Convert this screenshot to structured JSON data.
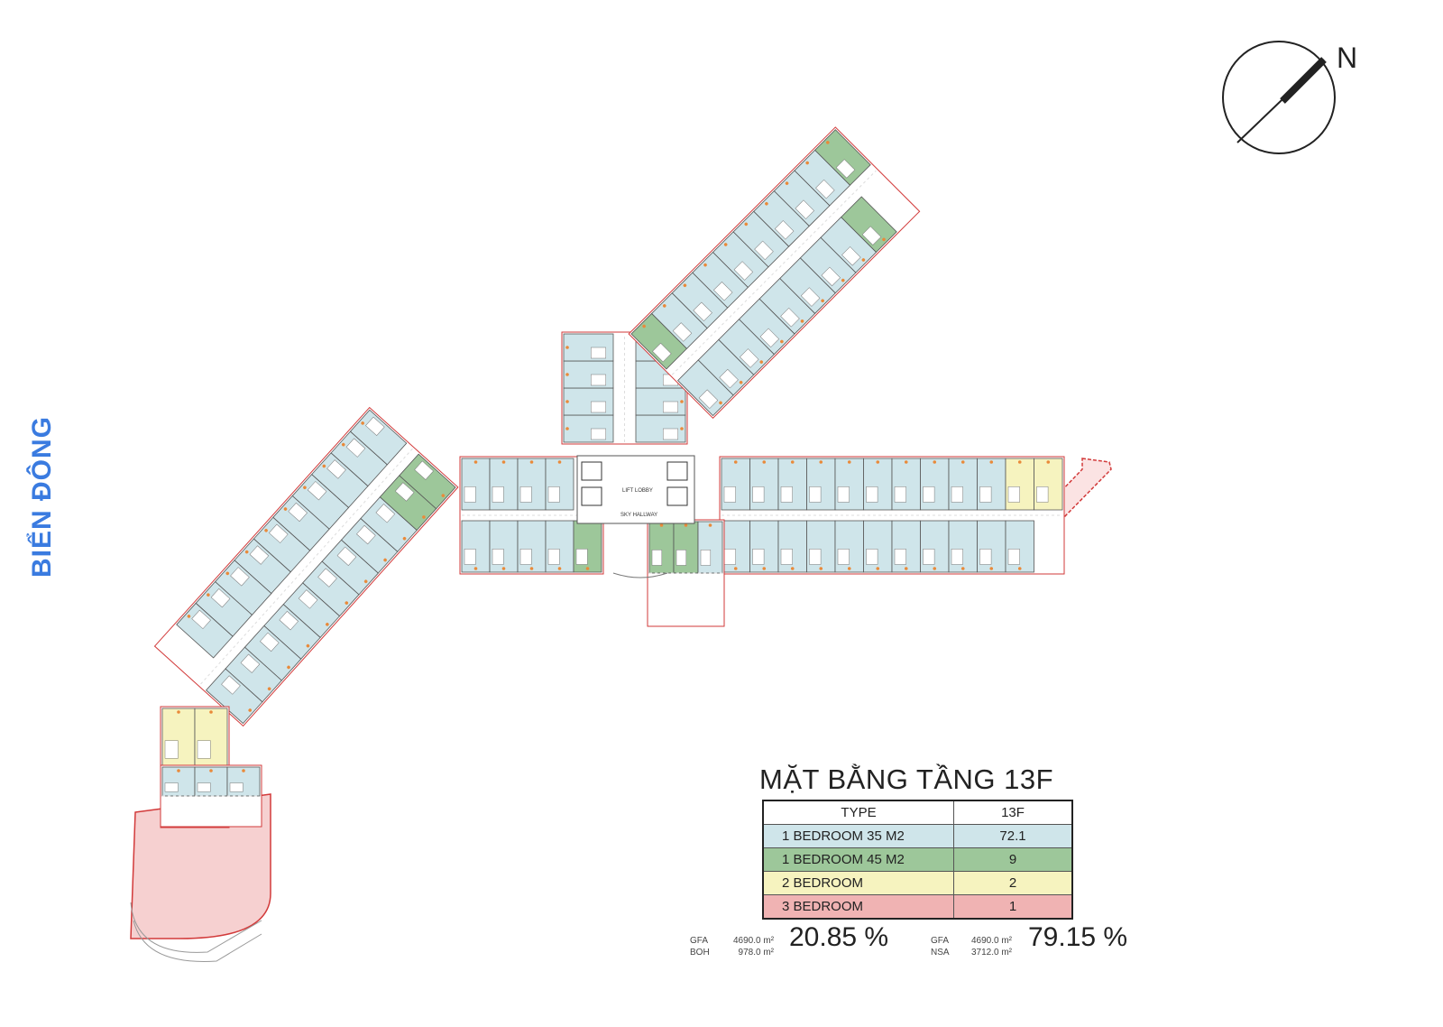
{
  "side_label": "BIỂN ĐÔNG",
  "compass": {
    "label": "N"
  },
  "plan": {
    "lift_lobby": "LIFT LOBBY",
    "sky_hallway": "SKY HALLWAY"
  },
  "title": "MẶT BẰNG TẦNG 13F",
  "legend": {
    "header": {
      "type": "TYPE",
      "floor": "13F"
    },
    "rows": [
      {
        "type": "1 BEDROOM 35 M2",
        "value": "72.1",
        "color": "#cfe5ea"
      },
      {
        "type": "1 BEDROOM 45 M2",
        "value": "9",
        "color": "#9dc79a"
      },
      {
        "type": "2 BEDROOM",
        "value": "2",
        "color": "#f6f3bf"
      },
      {
        "type": "3 BEDROOM",
        "value": "1",
        "color": "#f0b3b3"
      }
    ]
  },
  "stats": [
    {
      "label1": "GFA",
      "label2": "BOH",
      "value1": "4690.0 m²",
      "value2": "978.0 m²",
      "percent": "20.85 %"
    },
    {
      "label1": "GFA",
      "label2": "NSA",
      "value1": "4690.0 m²",
      "value2": "3712.0 m²",
      "percent": "79.15 %"
    }
  ],
  "colors": {
    "studio": "#cfe5ea",
    "one_bed_45": "#9dc79a",
    "two_bed": "#f6f3bf",
    "three_bed": "#f0b3b3",
    "side_label": "#3a7be0",
    "boundary": "#d23a3a"
  }
}
